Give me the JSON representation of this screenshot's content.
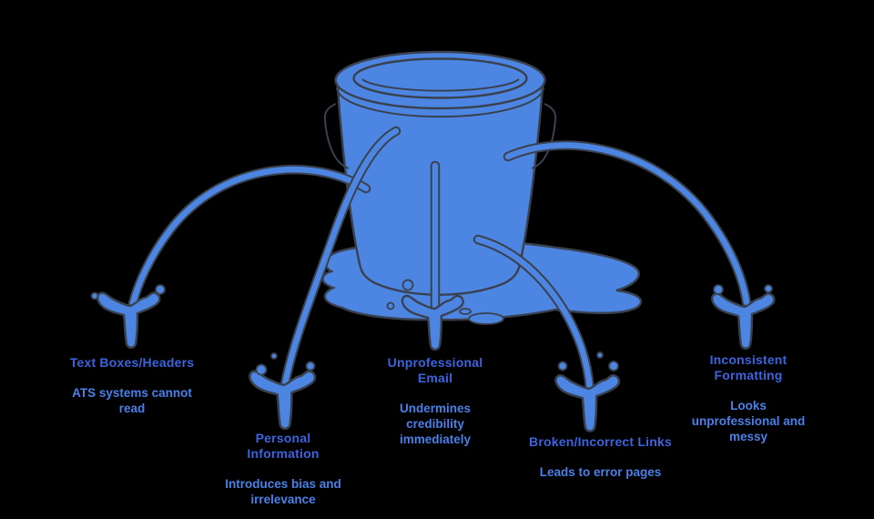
{
  "colors": {
    "water_fill": "#4d86e2",
    "outline": "#39414f",
    "title_text": "#3c63de",
    "desc_text": "#4a80e8",
    "background": "#000000"
  },
  "illustration": {
    "kind": "leaky-bucket"
  },
  "leaks": [
    {
      "title": "Text Boxes/Headers",
      "desc": "ATS systems cannot\nread"
    },
    {
      "title": "Personal\nInformation",
      "desc": "Introduces bias and\nirrelevance"
    },
    {
      "title": "Unprofessional\nEmail",
      "desc": "Undermines\ncredibility\nimmediately"
    },
    {
      "title": "Broken/Incorrect Links",
      "desc": "Leads to error pages"
    },
    {
      "title": "Inconsistent\nFormatting",
      "desc": "Looks\nunprofessional and\nmessy"
    }
  ]
}
